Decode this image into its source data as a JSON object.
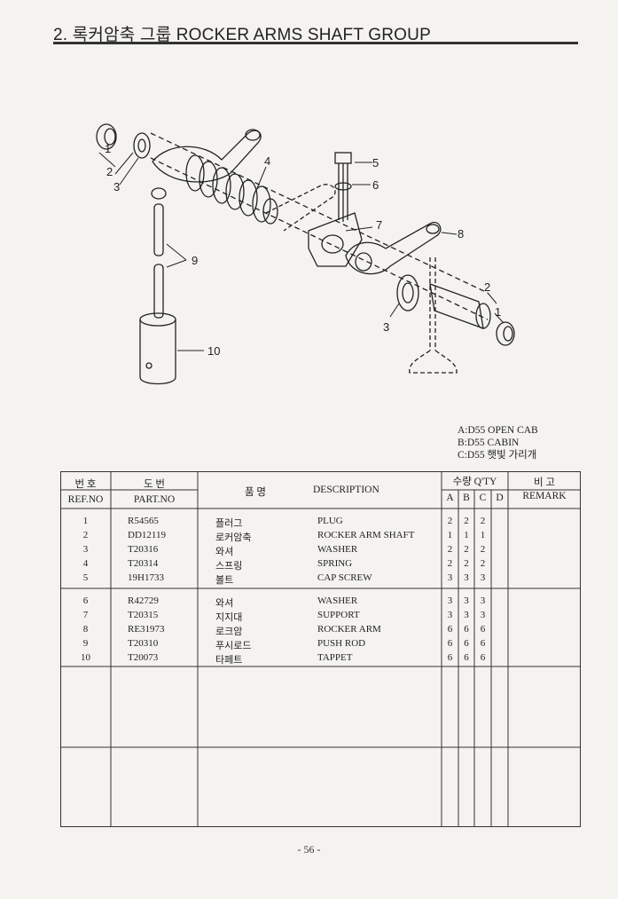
{
  "header": {
    "title": "2. 록커암축 그룹  ROCKER ARMS SHAFT GROUP"
  },
  "diagram": {
    "callouts": [
      "1",
      "2",
      "3",
      "4",
      "5",
      "6",
      "7",
      "8",
      "2",
      "1",
      "3",
      "9",
      "10"
    ]
  },
  "legend": [
    "A:D55 OPEN CAB",
    "B:D55 CABIN",
    "C:D55 햇빛 가리개"
  ],
  "table": {
    "headers": {
      "ref_ko": "번  호",
      "ref_en": "REF.NO",
      "part_ko": "도    번",
      "part_en": "PART.NO",
      "name_ko": "품       명",
      "desc": "DESCRIPTION",
      "qty": "수량 Q'TY",
      "qty_cols": [
        "A",
        "B",
        "C",
        "D"
      ],
      "remark_ko": "비    고",
      "remark_en": "REMARK"
    },
    "rows": [
      {
        "ref": "1",
        "part": "R54565",
        "name": "플러그",
        "desc": "PLUG",
        "qty": [
          "2",
          "2",
          "2",
          ""
        ]
      },
      {
        "ref": "2",
        "part": "DD12119",
        "name": "로커암축",
        "desc": "ROCKER ARM SHAFT",
        "qty": [
          "1",
          "1",
          "1",
          ""
        ]
      },
      {
        "ref": "3",
        "part": "T20316",
        "name": "와셔",
        "desc": "WASHER",
        "qty": [
          "2",
          "2",
          "2",
          ""
        ]
      },
      {
        "ref": "4",
        "part": "T20314",
        "name": "스프링",
        "desc": "SPRING",
        "qty": [
          "2",
          "2",
          "2",
          ""
        ]
      },
      {
        "ref": "5",
        "part": "19H1733",
        "name": "볼트",
        "desc": "CAP SCREW",
        "qty": [
          "3",
          "3",
          "3",
          ""
        ]
      },
      {
        "ref": "6",
        "part": "R42729",
        "name": "와셔",
        "desc": "WASHER",
        "qty": [
          "3",
          "3",
          "3",
          ""
        ]
      },
      {
        "ref": "7",
        "part": "T20315",
        "name": "지지대",
        "desc": "SUPPORT",
        "qty": [
          "3",
          "3",
          "3",
          ""
        ]
      },
      {
        "ref": "8",
        "part": "RE31973",
        "name": "로크암",
        "desc": "ROCKER ARM",
        "qty": [
          "6",
          "6",
          "6",
          ""
        ]
      },
      {
        "ref": "9",
        "part": "T20310",
        "name": "푸시로드",
        "desc": "PUSH ROD",
        "qty": [
          "6",
          "6",
          "6",
          ""
        ]
      },
      {
        "ref": "10",
        "part": "T20073",
        "name": "타페트",
        "desc": "TAPPET",
        "qty": [
          "6",
          "6",
          "6",
          ""
        ]
      }
    ]
  },
  "footer": {
    "page": "- 56 -"
  }
}
